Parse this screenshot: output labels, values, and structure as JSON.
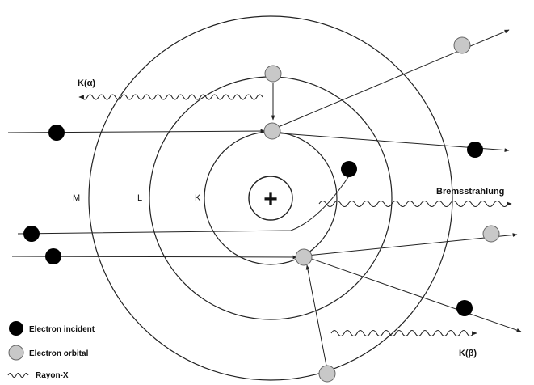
{
  "shells": {
    "k": "K",
    "l": "L",
    "m": "M"
  },
  "nucleus": {
    "symbol": "+"
  },
  "emissions": {
    "k_alpha": "K(α)",
    "k_beta": "K(β)",
    "bremsstrahlung": "Bremsstrahlung"
  },
  "legend": {
    "incident": "Electron incident",
    "orbital": "Electron orbital",
    "xray": "Rayon-X"
  },
  "colors": {
    "incident_electron": "#000000",
    "orbital_electron": "#c8c8c8",
    "line": "#222222"
  }
}
